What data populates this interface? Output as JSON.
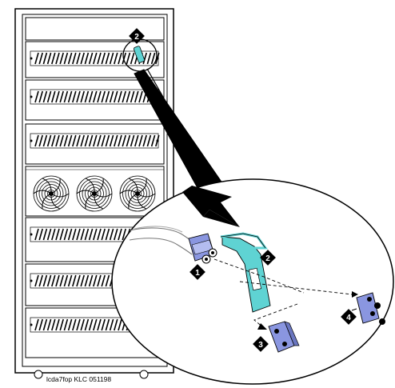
{
  "figure": {
    "caption": "lcda7fop KLC 051198",
    "callouts": [
      "2",
      "1",
      "2",
      "3",
      "4"
    ]
  },
  "colors": {
    "line": "#000000",
    "background": "#ffffff",
    "connector_blue": "#8a96e0",
    "cable_cyan": "#5fd3d3",
    "callout_fill": "#000000"
  },
  "icons": {
    "cabinet": "equipment-cabinet",
    "fan": "fan-icon",
    "pointer": "arrow-icon",
    "connector": "fiber-connector-icon"
  }
}
